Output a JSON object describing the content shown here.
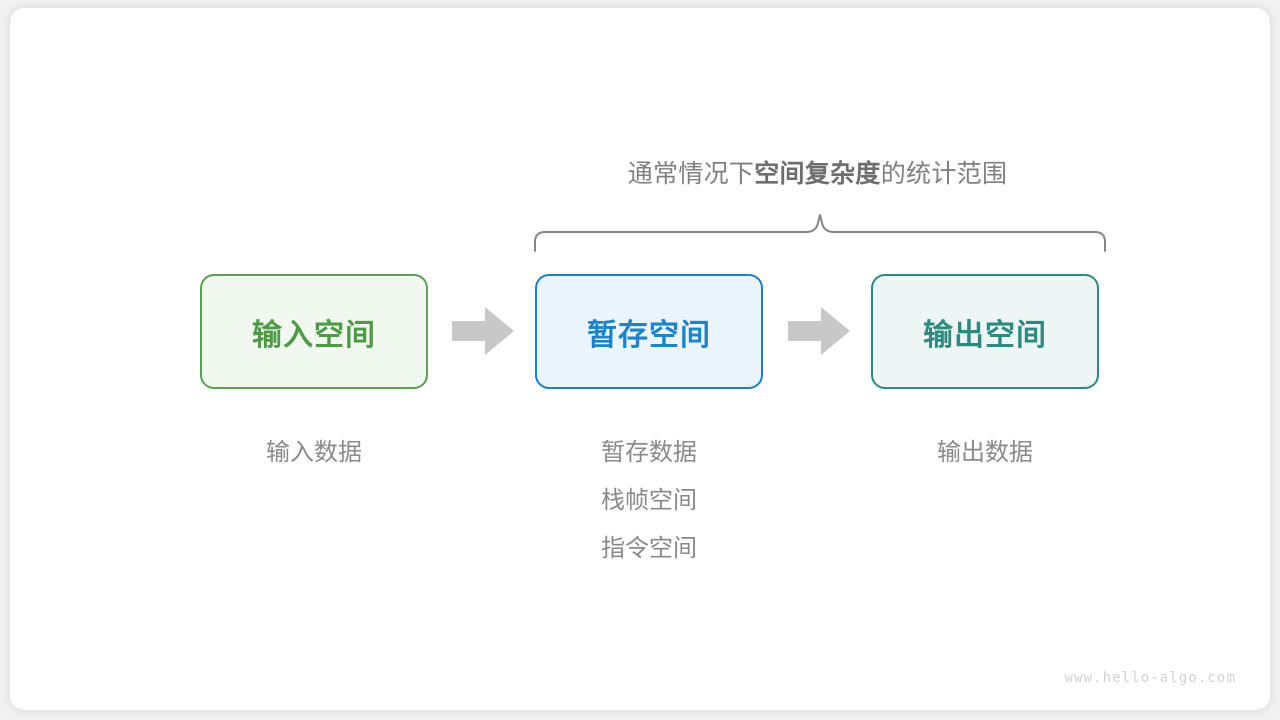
{
  "diagram": {
    "brace_caption": {
      "prefix": "通常情况下",
      "emphasis": "空间复杂度",
      "suffix": "的统计范围"
    },
    "boxes": [
      {
        "title": "输入空间",
        "accent": "#4f9a47",
        "fill": "#f1f8f0",
        "border": "#5f9e56"
      },
      {
        "title": "暂存空间",
        "accent": "#2083c6",
        "fill": "#e9f4fd",
        "border": "#1f7fc4"
      },
      {
        "title": "输出空间",
        "accent": "#2e8a80",
        "fill": "#edf6f4",
        "border": "#2e8a80"
      }
    ],
    "arrows": [
      {
        "name": "arrow-input-to-temp",
        "color": "#c8c8c8"
      },
      {
        "name": "arrow-temp-to-output",
        "color": "#c8c8c8"
      }
    ],
    "labels": {
      "input": [
        "输入数据"
      ],
      "temp": [
        "暂存数据",
        "栈帧空间",
        "指令空间"
      ],
      "output": [
        "输出数据"
      ]
    },
    "brace": {
      "color": "#878787",
      "name": "curly-brace-top"
    },
    "watermark": "www.hello-algo.com",
    "colors": {
      "background": "#ffffff",
      "card": "#ffffff",
      "text_muted": "#8a8a8a",
      "caption": "#808080",
      "watermark": "#d2d2d2"
    }
  }
}
